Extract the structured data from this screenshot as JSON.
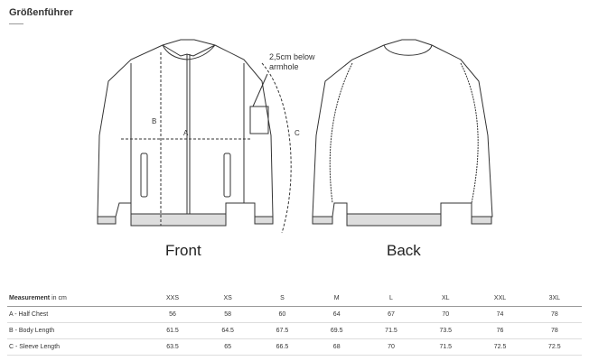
{
  "title": "Größenführer",
  "diagram": {
    "front_label": "Front",
    "back_label": "Back",
    "note": "2,5cm below armhole",
    "letters": {
      "a": "A",
      "b": "B",
      "c": "C"
    }
  },
  "table": {
    "header_bold": "Measurement",
    "header_unit": " in cm",
    "sizes": [
      "XXS",
      "XS",
      "S",
      "M",
      "L",
      "XL",
      "XXL",
      "3XL"
    ],
    "rows": [
      {
        "label": "A - Half Chest",
        "values": [
          "56",
          "58",
          "60",
          "64",
          "67",
          "70",
          "74",
          "78"
        ]
      },
      {
        "label": "B - Body Length",
        "values": [
          "61.5",
          "64.5",
          "67.5",
          "69.5",
          "71.5",
          "73.5",
          "76",
          "78"
        ]
      },
      {
        "label": "C - Sleeve Length",
        "values": [
          "63.5",
          "65",
          "66.5",
          "68",
          "70",
          "71.5",
          "72.5",
          "72.5"
        ]
      }
    ]
  }
}
